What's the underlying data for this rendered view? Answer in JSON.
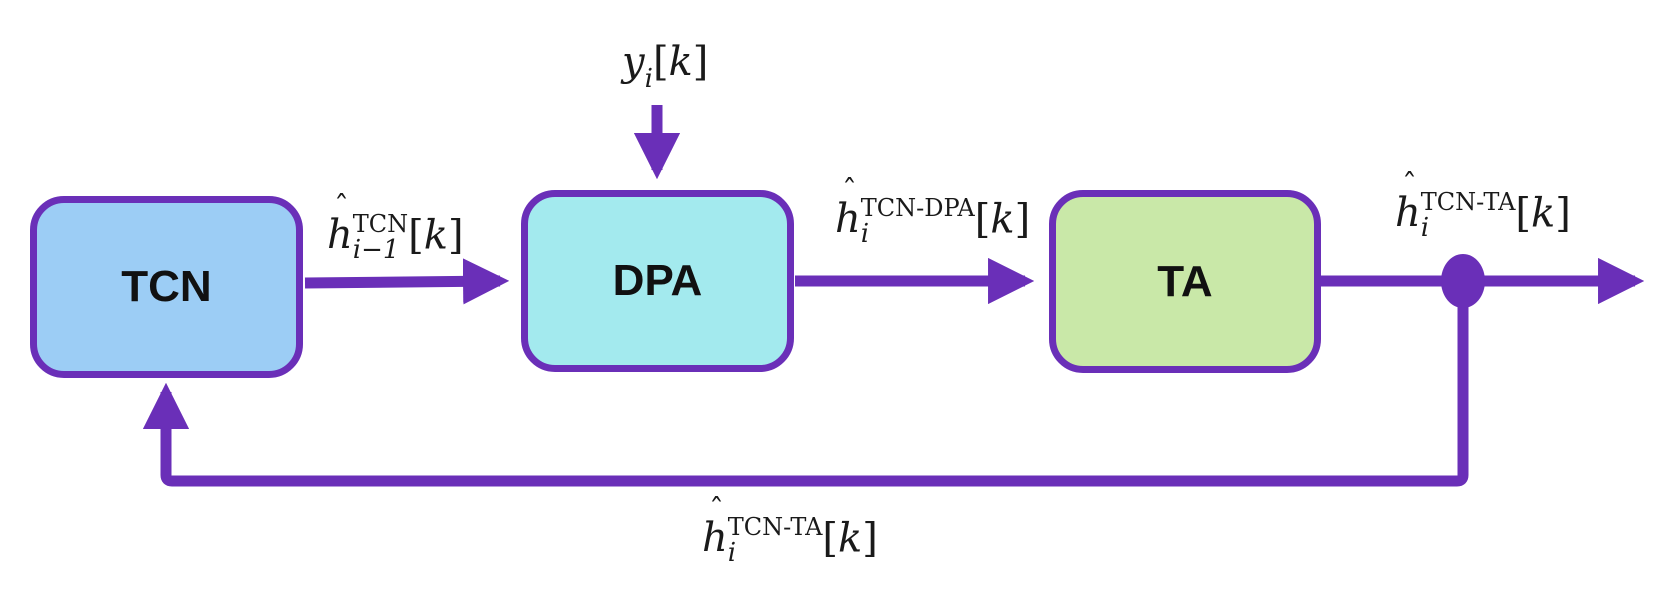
{
  "colors": {
    "stroke": "#6a2fb8",
    "tcn_fill": "#9ccdf5",
    "dpa_fill": "#a3eaee",
    "ta_fill": "#c9e8a8"
  },
  "blocks": {
    "tcn": "TCN",
    "dpa": "DPA",
    "ta": "TA"
  },
  "signals": {
    "input": {
      "base": "y",
      "sub": "i",
      "arg": "k"
    },
    "tcn_to_dpa": {
      "base": "h",
      "sup": "TCN",
      "sub": "i−1",
      "arg": "k"
    },
    "dpa_to_ta": {
      "base": "h",
      "sup": "TCN-DPA",
      "sub": "i",
      "arg": "k"
    },
    "ta_output": {
      "base": "h",
      "sup": "TCN-TA",
      "sub": "i",
      "arg": "k"
    },
    "feedback": {
      "base": "h",
      "sup": "TCN-TA",
      "sub": "i",
      "arg": "k"
    }
  }
}
